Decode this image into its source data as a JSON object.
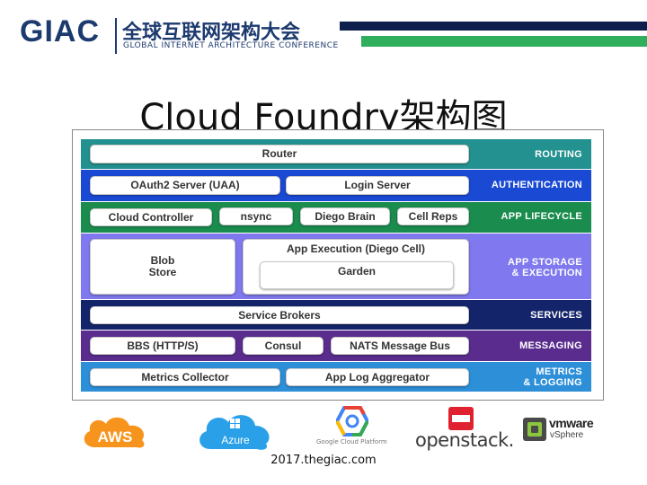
{
  "header": {
    "giac": "GIAC",
    "cn": "全球互联网架构大会",
    "en": "GLOBAL INTERNET ARCHITECTURE CONFERENCE"
  },
  "title": "Cloud Foundry架构图",
  "diagram": {
    "bands": [
      {
        "label_lines": [
          "ROUTING"
        ],
        "color": "#23918f",
        "boxes": [
          "Router"
        ]
      },
      {
        "label_lines": [
          "AUTHENTICATION"
        ],
        "color": "#1a49d4",
        "boxes": [
          "OAuth2 Server (UAA)",
          "Login Server"
        ]
      },
      {
        "label_lines": [
          "APP LIFECYCLE"
        ],
        "color": "#1a8d4e",
        "boxes": [
          "Cloud Controller",
          "nsync",
          "Diego Brain",
          "Cell Reps"
        ]
      },
      {
        "label_lines": [
          "APP STORAGE",
          "& EXECUTION"
        ],
        "color": "#7f78ee",
        "boxes": [
          [
            "Blob",
            "Store"
          ],
          "App Execution (Diego Cell)",
          "Garden"
        ]
      },
      {
        "label_lines": [
          "SERVICES"
        ],
        "color": "#13246a",
        "boxes": [
          "Service Brokers"
        ]
      },
      {
        "label_lines": [
          "MESSAGING"
        ],
        "color": "#5a2c8e",
        "boxes": [
          "BBS (HTTP/S)",
          "Consul",
          "NATS Message Bus"
        ]
      },
      {
        "label_lines": [
          "METRICS",
          "& LOGGING"
        ],
        "color": "#2c8fd8",
        "boxes": [
          "Metrics Collector",
          "App Log Aggregator"
        ]
      }
    ]
  },
  "logos": {
    "aws": "AWS",
    "azure": "Azure",
    "gcp": "Google Cloud Platform",
    "openstack": "openstack.",
    "vmware": "vmware",
    "vsphere": "vSphere"
  },
  "colors": {
    "brand_navy": "#1d3a6e",
    "stripe_navy": "#0e1f4d",
    "stripe_green": "#2fae5c"
  },
  "footer": "2017.thegiac.com"
}
